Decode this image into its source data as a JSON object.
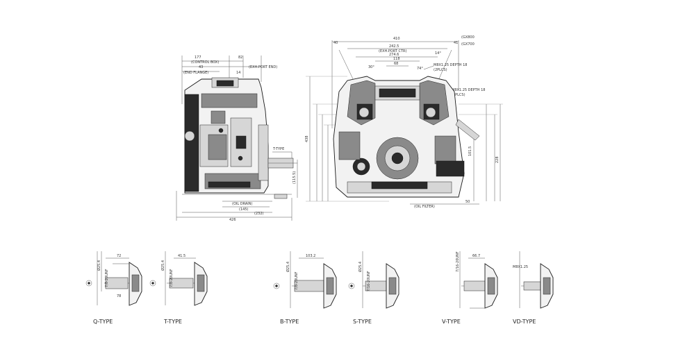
{
  "side_view": {
    "dims": {
      "d177": "177",
      "control_box": "(CONTROL BOX)",
      "d82": "82",
      "d43": "43",
      "d14": "14",
      "exh_port_end": "(EXH.PORT END)",
      "end_flange": "(END FLANGE)",
      "t_type": "T-TYPE",
      "d115": "(115.5)",
      "oil_drain": "(OIL DRAIN)",
      "d145": "(145)",
      "d232": "(232)",
      "d426": "426"
    }
  },
  "front_view": {
    "dims": {
      "gx800": "(GX800",
      "gx700": "(GX700",
      "d40": "40",
      "d410": "410",
      "d41": "41",
      "d2425": "242.5",
      "exh_port_ctr": "(EXH.PORT CTR)",
      "d2746": "274.6",
      "d118": "118",
      "d68": "68",
      "a30": "30°",
      "a74": "74°",
      "a14": "14°",
      "m8_1": "M8X1.25 DEPTH 18",
      "plcs_1": "(2PLCS)",
      "m8_2": "M8X1.25 DEPTH 18",
      "plcs_2": "(2PLCS)",
      "d438": "438",
      "d228": "228",
      "d1015": "101.5",
      "d50": "50",
      "oil_filter": "(OIL FILTER)"
    }
  },
  "shaft_types": [
    {
      "label": "Q-TYPE"
    },
    {
      "label": "T-TYPE"
    },
    {
      "label": "B-TYPE"
    },
    {
      "label": "S-TYPE"
    },
    {
      "label": "V-TYPE"
    },
    {
      "label": "VD-TYPE"
    }
  ],
  "shaft_dims": {
    "q_d1": "Ø25.4",
    "q_d2": "7/8-20UNF",
    "q_d3": "72",
    "q_d4": "78",
    "t_d1": "Ø25.4",
    "t_d2": "7/8-20UNF",
    "t_d3": "41.5",
    "b_d1": "Ø25.4",
    "b_d2": "7/8-20UNF",
    "b_d3": "103.2",
    "s_d1": "Ø25.4",
    "s_d2": "7/16-20UNF",
    "v_d1": "7/16-20UNF",
    "v_d2": "66.7",
    "vd_d1": "M8X1.25"
  }
}
